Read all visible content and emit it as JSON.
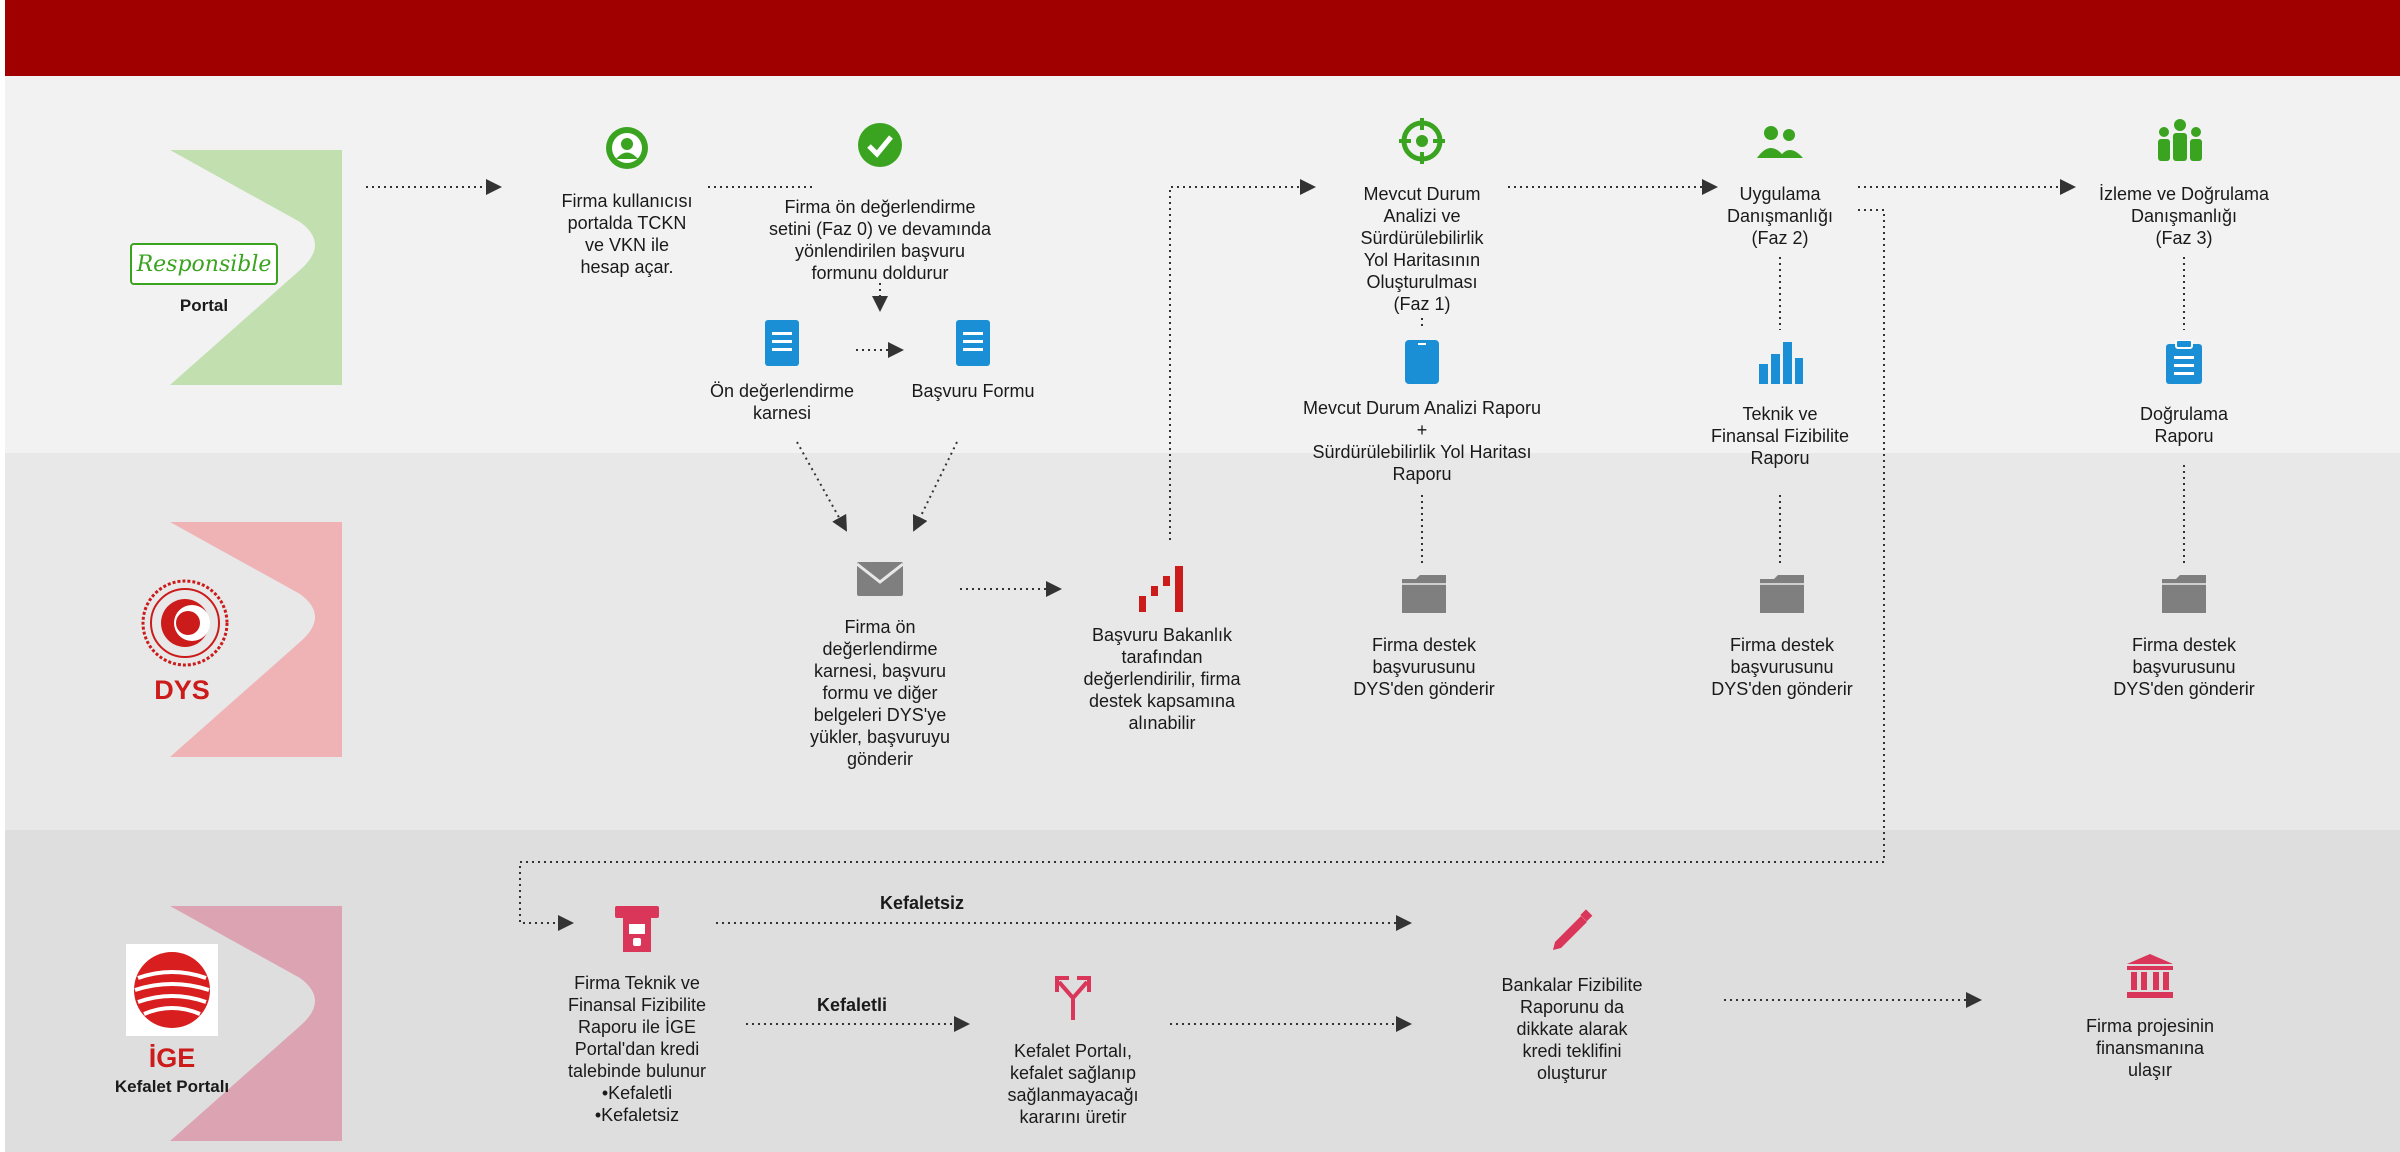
{
  "lanes": {
    "portal": {
      "logo_text": "Responsible",
      "label": "Portal",
      "color": "#c2dfb0"
    },
    "dys": {
      "label": "DYS",
      "color": "#efb3b5"
    },
    "ige": {
      "title": "İGE",
      "subtitle": "Kefalet Portalı",
      "color": "#dca3b3"
    }
  },
  "colors": {
    "header": "#a00000",
    "green": "#3aa31f",
    "blue": "#1a8fd6",
    "gray": "#808080",
    "red": "#cc1b1b"
  },
  "steps": {
    "s1": "Firma kullanıcısı\nportalda TCKN\nve VKN ile\nhesap açar.",
    "s2": "Firma ön değerlendirme\nsetini (Faz 0) ve devamında\nyönlendirilen başvuru\nformunu doldurur",
    "s3": "Ön değerlendirme\nkarnesi",
    "s4": "Başvuru Formu",
    "s5": "Mevcut Durum\nAnalizi ve\nSürdürülebilirlik\nYol Haritasının\nOluşturulması\n(Faz 1)",
    "s6": "Mevcut Durum Analizi Raporu\n+\nSürdürülebilirlik Yol Haritası\nRaporu",
    "s7": "Uygulama\nDanışmanlığı\n(Faz 2)",
    "s8": "Teknik ve\nFinansal Fizibilite\nRaporu",
    "s9": "İzleme ve Doğrulama\nDanışmanlığı\n(Faz 3)",
    "s10": "Doğrulama\nRaporu",
    "s11": "Firma ön\ndeğerlendirme\nkarnesi, başvuru\nformu ve diğer\nbelgeleri DYS'ye\nyükler, başvuruyu\ngönderir",
    "s12": "Başvuru Bakanlık\ntarafından\ndeğerlendirilir, firma\ndestek kapsamına\nalınabilir",
    "s13": "Firma destek\nbaşvurusunu\nDYS'den gönderir",
    "s14": "Firma destek\nbaşvurusunu\nDYS'den gönderir",
    "s15": "Firma destek\nbaşvurusunu\nDYS'den gönderir",
    "s16": "Firma Teknik ve\nFinansal Fizibilite\nRaporu ile İGE\nPortal'dan kredi\ntalebinde bulunur\n•Kefaletli\n•Kefaletsiz",
    "s17": "Kefalet Portalı,\nkefalet sağlanıp\nsağlanmayacağı\nkararını üretir",
    "s18": "Bankalar Fizibilite\nRaporunu da\ndikkate alarak\nkredi teklifini\noluşturur",
    "s19": "Firma projesinin\nfinansmanına\nulaşır"
  },
  "edges": {
    "kefaletsiz": "Kefaletsiz",
    "kefaletli": "Kefaletli"
  },
  "icons": [
    "user-circle-icon",
    "check-circle-icon",
    "document-icon",
    "document-icon",
    "target-icon",
    "tablet-icon",
    "users-icon",
    "bar-chart-icon",
    "team-icon",
    "clipboard-icon",
    "envelope-icon",
    "rising-bars-icon",
    "folder-icon",
    "folder-icon",
    "folder-icon",
    "atm-icon",
    "fork-arrow-icon",
    "pencil-icon",
    "bank-icon"
  ]
}
